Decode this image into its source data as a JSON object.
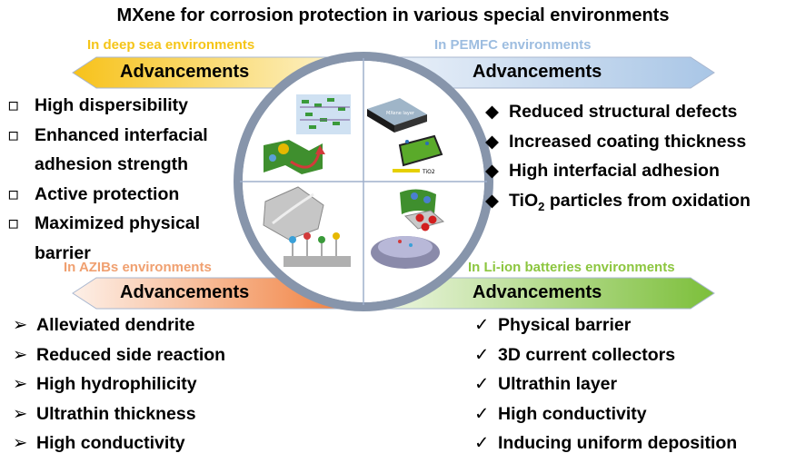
{
  "title": "MXene for corrosion protection in various special environments",
  "advancement_label": "Advancements",
  "quadrants": {
    "deep_sea": {
      "env_label": "In deep sea environments",
      "color": "#f5c518",
      "marker": "hollow-square",
      "items": [
        "High dispersibility",
        "Enhanced interfacial",
        "adhesion strength",
        "Active protection",
        "Maximized physical",
        "barrier"
      ]
    },
    "pemfc": {
      "env_label": "In PEMFC environments",
      "color": "#9dbde0",
      "marker": "diamond",
      "items": [
        "Reduced structural defects",
        "Increased coating thickness",
        "High interfacial adhesion",
        "particles from oxidation"
      ],
      "tio2": "TiO",
      "tio2_sub": "2"
    },
    "azibs": {
      "env_label": "In AZIBs environments",
      "color": "#f0a070",
      "marker": "arrowhead",
      "items": [
        "Alleviated dendrite",
        "Reduced side reaction",
        "High hydrophilicity",
        "Ultrathin thickness",
        "High conductivity"
      ]
    },
    "li_ion": {
      "env_label": "In Li-ion batteries environments",
      "color": "#8cc63f",
      "marker": "checkmark",
      "items": [
        "Physical barrier",
        "3D current collectors",
        "Ultrathin layer",
        "High conductivity",
        "Inducing uniform deposition"
      ]
    }
  },
  "center_labels": {
    "mxene_layer": "MXene layer",
    "tio2_label": "TiO2"
  }
}
